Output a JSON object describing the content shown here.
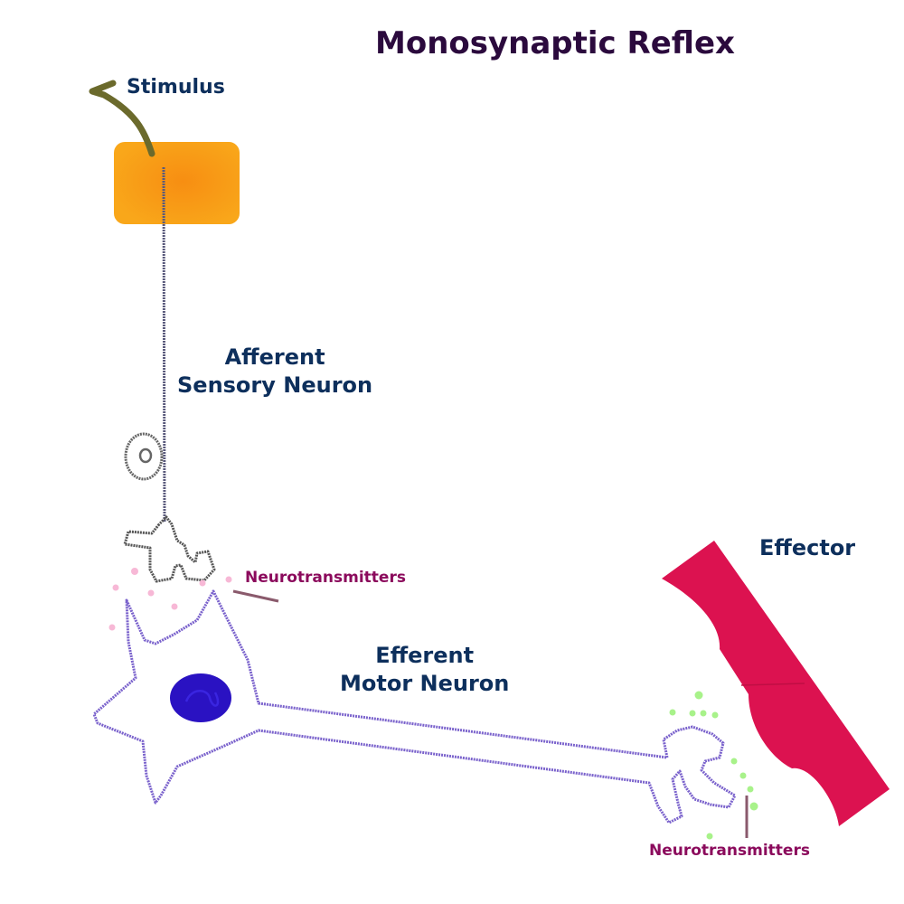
{
  "title": "Monosynaptic Reflex",
  "labels": {
    "stimulus": "Stimulus",
    "afferent_line1": "Afferent",
    "afferent_line2": "Sensory Neuron",
    "efferent_line1": "Efferent",
    "efferent_line2": "Motor Neuron",
    "effector": "Effector",
    "neurotransmitters_top": "Neurotransmitters",
    "neurotransmitters_bottom": "Neurotransmitters"
  },
  "colors": {
    "label_text": "#0d2f5c",
    "title_text": "#2b0a3d",
    "neurotransmitter_text": "#8b0a5c",
    "receptor_orange": "#f9a71a",
    "receptor_core": "#f78e12",
    "stimulus_stroke": "#6b6a2c",
    "sensory_axon": "#5a5a7c",
    "motor_neuron_outline": "#7a62cc",
    "nucleus": "#2a12c2",
    "effector_red": "#dc1250",
    "pink_vesicle": "#f7b8d6",
    "green_vesicle": "#a8f28a",
    "pointer_line": "#8a5a6c"
  }
}
